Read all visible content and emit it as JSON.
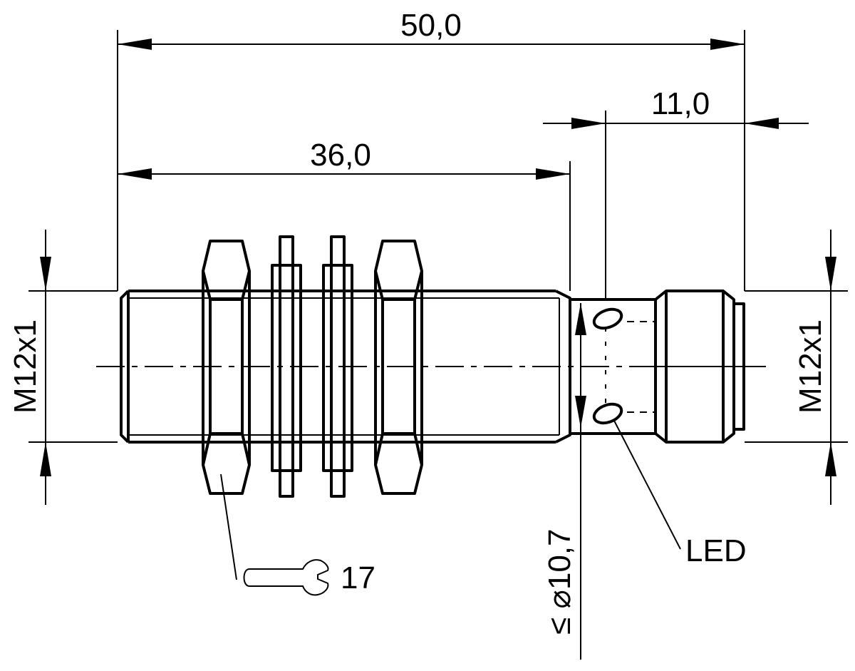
{
  "dimensions": {
    "overall_length": "50,0",
    "thread_length": "36,0",
    "connector_length": "11,0",
    "thread_left": "M12x1",
    "thread_right": "M12x1",
    "diameter_prefix": "≤ ⌀",
    "diameter_value": "10,7"
  },
  "labels": {
    "led": "LED",
    "wrench_size": "17"
  },
  "colors": {
    "line": "#000000",
    "background": "#ffffff"
  },
  "icons": {
    "wrench": "open-end-wrench-icon"
  }
}
